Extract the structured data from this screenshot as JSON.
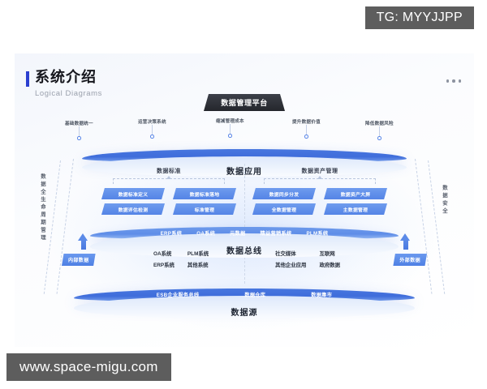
{
  "watermarks": {
    "top": "TG: MYYJJPP",
    "bottom": "www.space-migu.com"
  },
  "header": {
    "title_cn": "系统介绍",
    "title_en": "Logical Diagrams",
    "menu_icon": "more-dots-icon"
  },
  "diagram": {
    "platform_banner": "数据管理平台",
    "value_nodes": [
      "基础数据统一",
      "运营决策系统",
      "缩减管理成本",
      "提升数据价值",
      "降低数据风险"
    ],
    "layers": {
      "application": {
        "label": "数据应用",
        "groups": [
          {
            "title": "数据标准",
            "chips": [
              "数据标准定义",
              "数据标准落地",
              "数据评估检测",
              "标准管理"
            ]
          },
          {
            "title": "数据资产管理",
            "chips": [
              "数据同步分发",
              "数据资产大屏",
              "全数据管理",
              "主数据管理"
            ]
          }
        ]
      },
      "metadata_band": [
        "ERP系统",
        "OA系统",
        "元数据",
        "精益营销系统",
        "PLM系统"
      ],
      "bus": {
        "label": "数据总线",
        "internal_badge": "内部数据",
        "external_badge": "外部数据",
        "internal_sources": [
          "OA系统",
          "PLM系统",
          "ERP系统",
          "其他系统"
        ],
        "external_sources": [
          "社交媒体",
          "互联网",
          "其他企业应用",
          "政府数据"
        ]
      },
      "source": {
        "label": "数据源",
        "tags": [
          "ESB企业服务总线",
          "数据仓库",
          "数据集市"
        ]
      }
    },
    "side_labels": {
      "left": "数据全生命周期管理",
      "right": "数据安全"
    }
  },
  "colors": {
    "accent_blue": "#4877df",
    "light_blue": "#6f9cee",
    "banner_dark": "#2b2d33",
    "title_bar": "#2b3fd0",
    "watermark_bg": "#5d5d5d"
  }
}
